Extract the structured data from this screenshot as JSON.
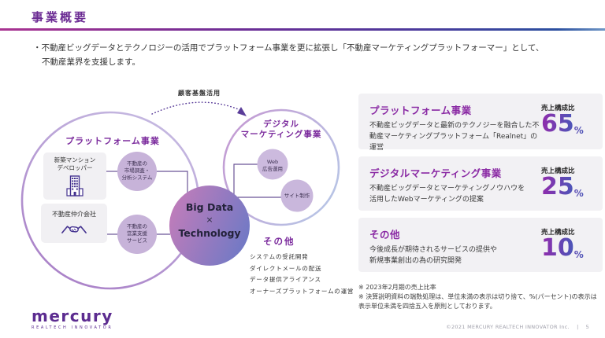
{
  "header": {
    "title": "事業概要"
  },
  "intro": {
    "bullet": "・",
    "line1": "不動産ビッグデータとテクノロジーの活用でプラットフォーム事業を更に拡張し「不動産マーケティングプラットフォーマー」として、",
    "line2": "不動産業界を支援します。"
  },
  "diagram": {
    "arc_label": "顧客基盤活用",
    "platform": {
      "title": "プラットフォーム事業",
      "box1_line1": "新築マンション",
      "box1_line2": "デベロッパー",
      "box1_icon": "building-icon",
      "box2_label": "不動産仲介会社",
      "box2_icon": "handshake-icon",
      "node1_line1": "不動産の",
      "node1_line2": "市場調査・",
      "node1_line3": "分析システム",
      "node2_line1": "不動産の",
      "node2_line2": "営業支援",
      "node2_line3": "サービス"
    },
    "center": {
      "line1": "Big Data",
      "times": "×",
      "line2": "Technology"
    },
    "digital": {
      "title_line1": "デジタル",
      "title_line2": "マーケティング事業",
      "node1_line1": "Web",
      "node1_line2": "広告運用",
      "node2_label": "サイト制作"
    },
    "others": {
      "title": "その他",
      "items": [
        "システムの受託開発",
        "ダイレクトメールの配送",
        "データ提供アライアンス",
        "オーナーズプラットフォームの運営"
      ]
    }
  },
  "panels": [
    {
      "title": "プラットフォーム事業",
      "body_lines": [
        "不動産ビッグデータと最新のテクノジーを融合した不",
        "動産マーケティングプラットフォーム「Realnet」の運営"
      ],
      "ratio_label": "売上構成比",
      "value": "65",
      "unit": "%"
    },
    {
      "title": "デジタルマーケティング事業",
      "body_lines": [
        "不動産ビッグデータとマーケティングノウハウを",
        "活用したWebマーケティングの提案"
      ],
      "ratio_label": "売上構成比",
      "value": "25",
      "unit": "%"
    },
    {
      "title": "その他",
      "body_lines": [
        "今後成長が期待されるサービスの提供や",
        "新規事業創出の為の研究開発"
      ],
      "ratio_label": "売上構成比",
      "value": "10",
      "unit": "%"
    }
  ],
  "footnotes": [
    "※ 2023年2月期の売上比率",
    "※ 決算説明資料の端数処理は、単位未満の表示は切り捨て、%(パーセント)の表示は表示単位未満を四捨五入を原則としております。"
  ],
  "footer": {
    "logo": "mercury",
    "logo_sub": "REALTECH INNOVATOR",
    "copyright": "©2021 MERCURY REALTECH INNOVATOR Inc.",
    "separator": "|",
    "page": "5"
  },
  "colors": {
    "accent_purple": "#7b2b9d",
    "title_purple": "#6b2b93",
    "value_gradient_start": "#8b2fad",
    "value_gradient_end": "#4d55b8",
    "center_gradient_start": "#c07cba",
    "center_gradient_end": "#6f79c5",
    "panel_bg": "#f2f1f4"
  }
}
